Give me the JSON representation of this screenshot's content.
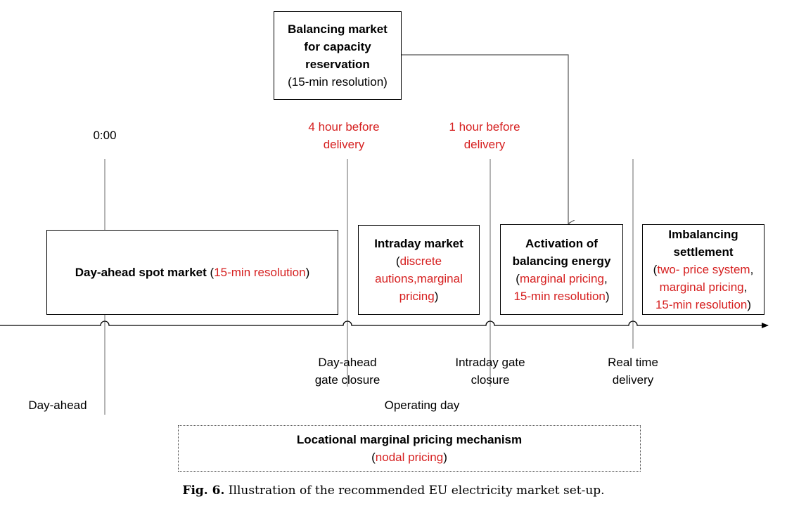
{
  "boxes": {
    "balancing_capacity": {
      "title_lines": [
        "Balancing market",
        "for capacity",
        "reservation"
      ],
      "detail": "(15-min resolution)"
    },
    "day_ahead": {
      "title": "Day-ahead spot market",
      "paren_open": " (",
      "detail": "15-min resolution",
      "paren_close": ")"
    },
    "intraday": {
      "title": "Intraday market",
      "paren_open": "(",
      "detail_1": "discrete",
      "detail_2": "autions,marginal",
      "detail_3": "pricing",
      "paren_close": ")"
    },
    "activation": {
      "title_1": "Activation of",
      "title_2": "balancing energy",
      "paren_open": "(",
      "detail_1": "marginal pricing",
      "comma": ",",
      "detail_2": "15-min resolution",
      "paren_close": ")"
    },
    "imbalancing": {
      "title_1": "Imbalancing",
      "title_2": "settlement",
      "paren_open": "(",
      "detail_1": "two- price system",
      "comma_1": ",",
      "detail_2": "marginal pricing",
      "comma_2": ",",
      "detail_3": "15-min resolution",
      "paren_close": ")"
    },
    "locational": {
      "title": "Locational marginal pricing mechanism",
      "paren_open": "(",
      "detail": "nodal pricing",
      "paren_close": ")"
    }
  },
  "top_labels": {
    "midnight": "0:00",
    "four_hour": [
      "4 hour before",
      "delivery"
    ],
    "one_hour": [
      "1 hour before",
      "delivery"
    ]
  },
  "bottom_labels": {
    "da_gate": [
      "Day-ahead",
      "gate closure"
    ],
    "id_gate": [
      "Intraday gate",
      "closure"
    ],
    "real_time": [
      "Real time",
      "delivery"
    ],
    "day_ahead": "Day-ahead",
    "operating_day": "Operating day"
  },
  "caption": {
    "fig": "Fig. 6.",
    "text": " Illustration of the recommended EU electricity market set-up."
  },
  "colors": {
    "highlight": "#d62020",
    "line": "#000000",
    "divider": "#8c8c8c"
  }
}
